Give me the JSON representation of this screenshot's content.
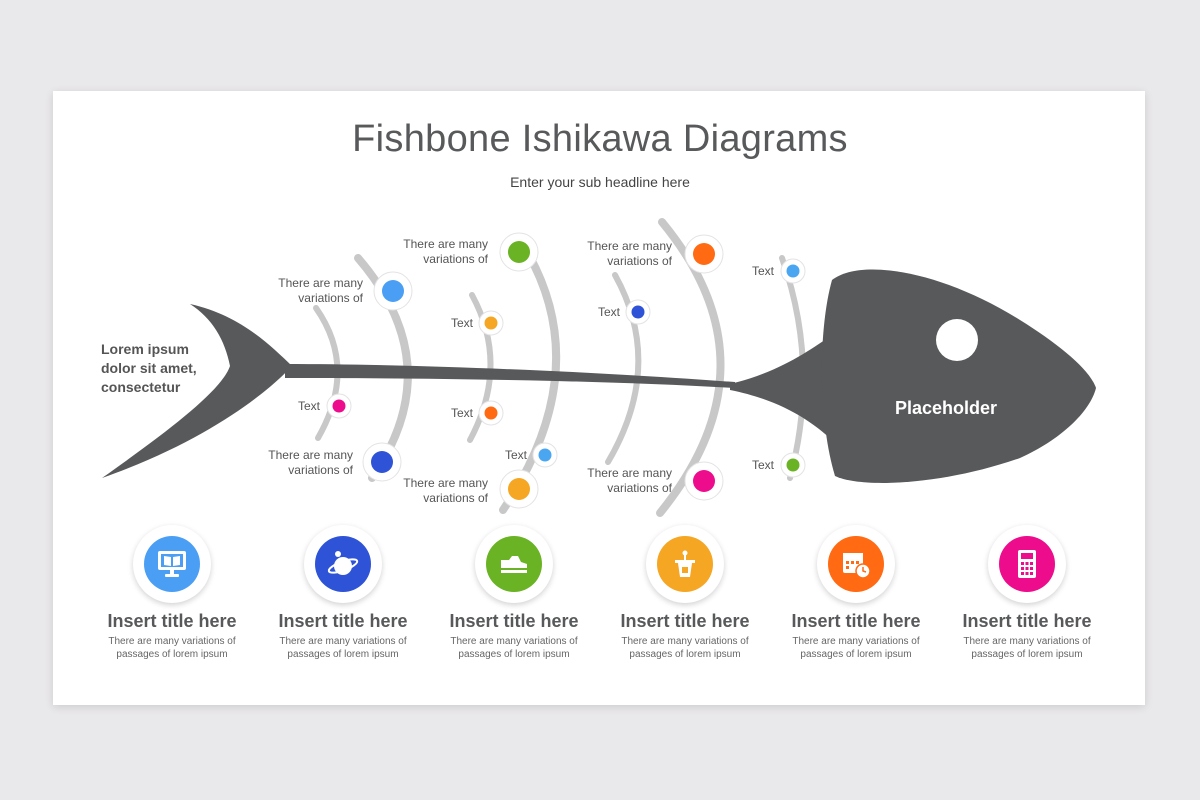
{
  "header": {
    "title": "Fishbone Ishikawa Diagrams",
    "subtitle": "Enter your sub headline here"
  },
  "fish": {
    "tail_text": "Lorem ipsum dolor sit amet, consectetur",
    "head_text": "Placeholder",
    "body_color": "#58595b",
    "bone_color": "#c8c8c8"
  },
  "labels": {
    "many_1": "There are many variations of",
    "many_2": "There are many variations of",
    "many_3": "There are many variations of",
    "many_4": "There are many variations of",
    "many_5": "There are many variations of",
    "many_6": "There are many variations of",
    "text_1": "Text",
    "text_2": "Text",
    "text_3": "Text",
    "text_4": "Text",
    "text_5": "Text",
    "text_6": "Text",
    "text_7": "Text"
  },
  "dot_colors": {
    "blue": "#4a9ff5",
    "navy": "#2e53d6",
    "green": "#6ab324",
    "yellow": "#f5a623",
    "orange": "#ff6a13",
    "pink": "#ec0c8c",
    "light_blue": "#4aa6f0"
  },
  "cards": [
    {
      "title": "Insert title here",
      "desc_1": "There are many variations of",
      "desc_2": "passages of lorem ipsum",
      "icon": "monitor-book-icon",
      "color": "#4a9ff5"
    },
    {
      "title": "Insert title here",
      "desc_1": "There are many variations of",
      "desc_2": "passages of lorem ipsum",
      "icon": "planet-astronaut-icon",
      "color": "#2e53d6"
    },
    {
      "title": "Insert title here",
      "desc_1": "There are many variations of",
      "desc_2": "passages of lorem ipsum",
      "icon": "shoe-icon",
      "color": "#6ab324"
    },
    {
      "title": "Insert title here",
      "desc_1": "There are many variations of",
      "desc_2": "passages of lorem ipsum",
      "icon": "podium-icon",
      "color": "#f5a623"
    },
    {
      "title": "Insert title here",
      "desc_1": "There are many variations of",
      "desc_2": "passages of lorem ipsum",
      "icon": "calendar-clock-icon",
      "color": "#ff6a13"
    },
    {
      "title": "Insert title here",
      "desc_1": "There are many variations of",
      "desc_2": "passages of lorem ipsum",
      "icon": "calculator-icon",
      "color": "#ec0c8c"
    }
  ]
}
